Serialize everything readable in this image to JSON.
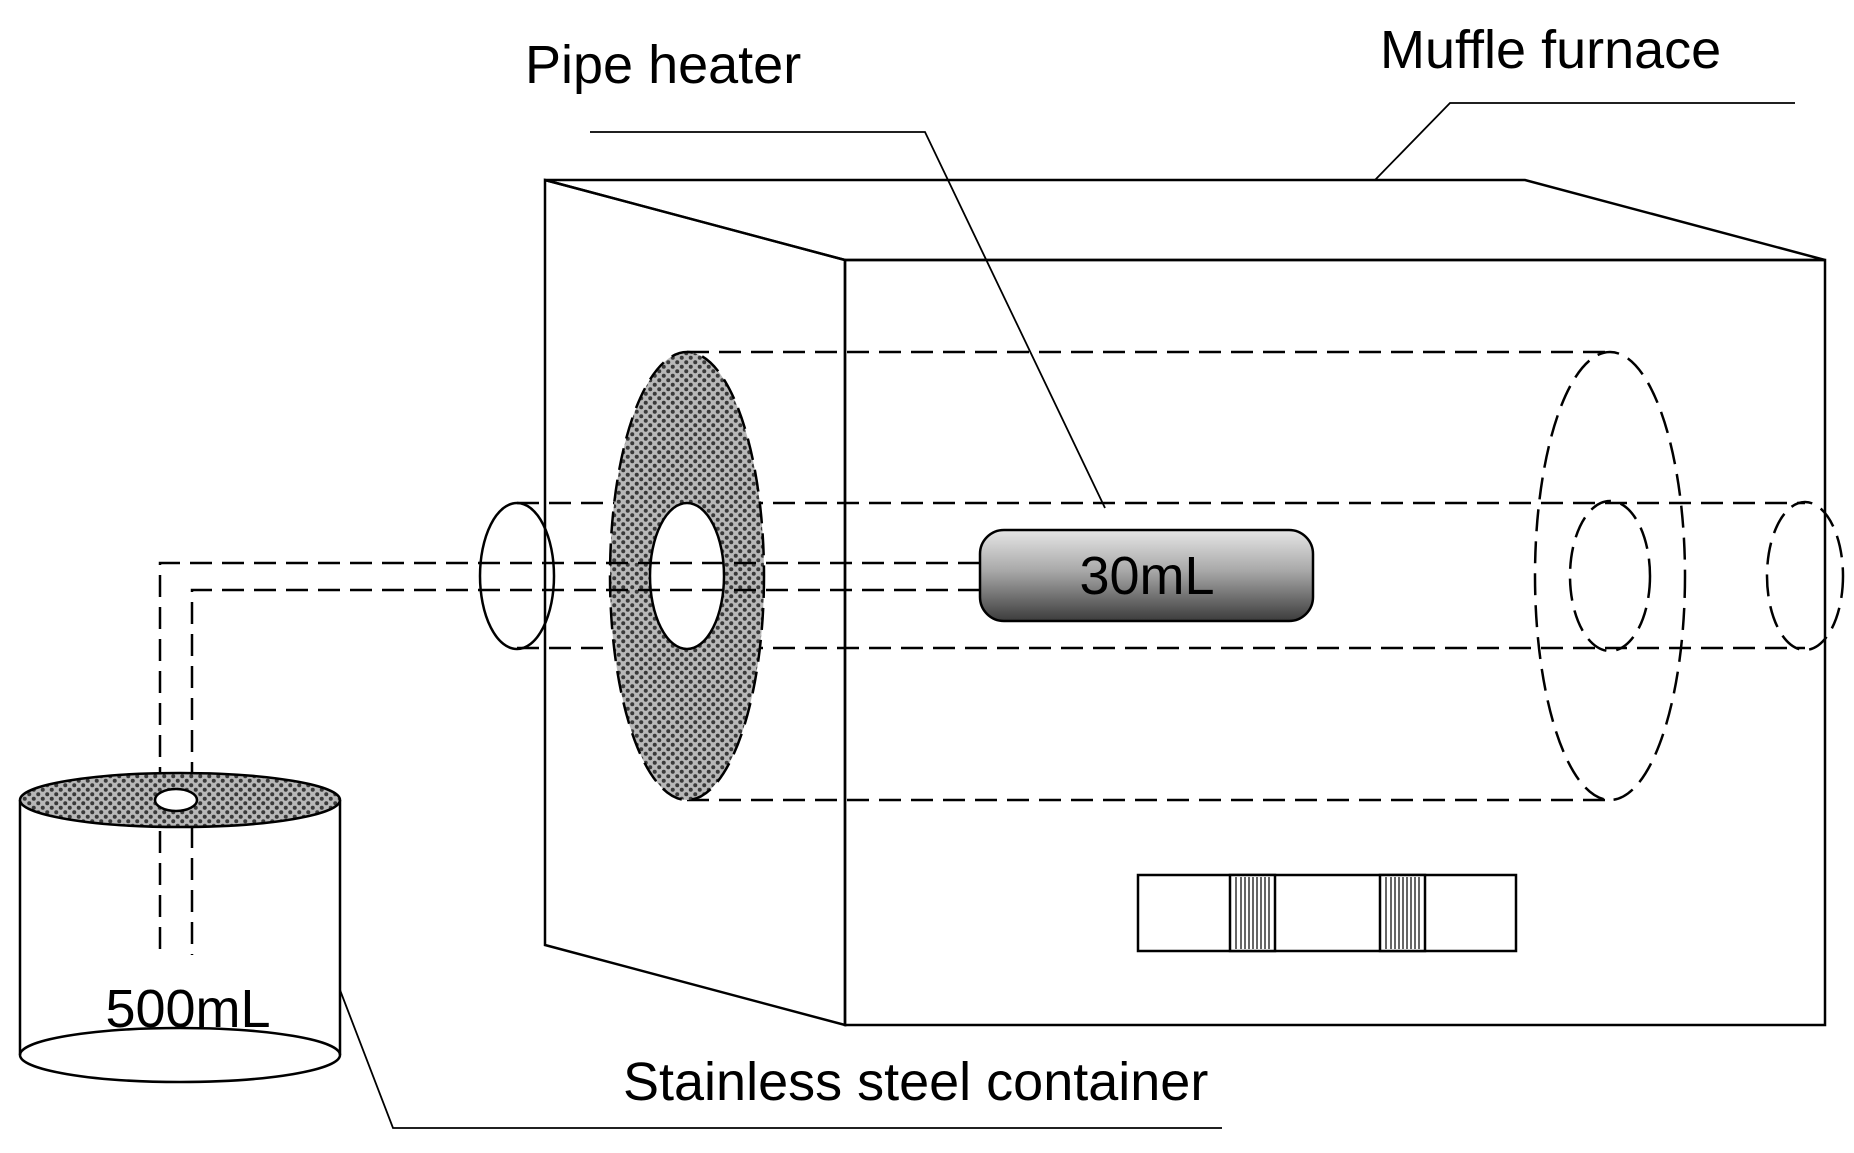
{
  "labels": {
    "pipe_heater": "Pipe heater",
    "muffle_furnace": "Muffle furnace",
    "stainless_container": "Stainless steel container",
    "sample_volume": "30mL",
    "container_volume": "500mL"
  },
  "colors": {
    "line": "#000000",
    "background": "#ffffff",
    "checker_dark": "#3a3a3a",
    "checker_light": "#b8b8b8",
    "vessel_light": "#e6e6e6",
    "vessel_dark": "#3c3c3c"
  }
}
